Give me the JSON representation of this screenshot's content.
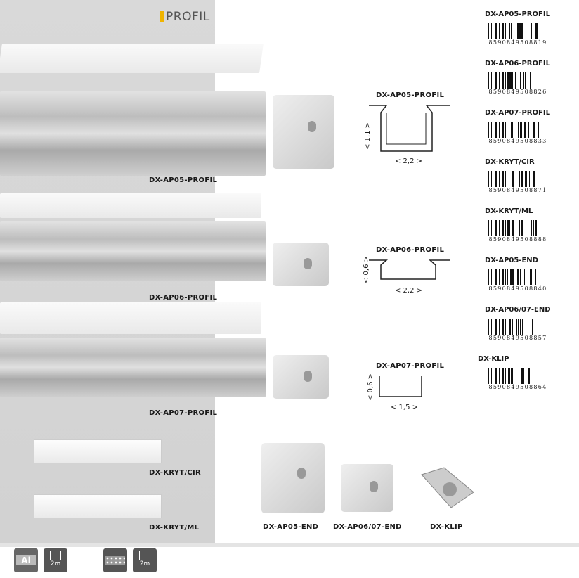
{
  "brand": "PROFIL",
  "products": [
    {
      "name": "DX-AP05-PROFIL",
      "drawing_title": "DX-AP05-PROFIL",
      "height": "< 1,1 >",
      "width": "< 2,2 >"
    },
    {
      "name": "DX-AP06-PROFIL",
      "drawing_title": "DX-AP06-PROFIL",
      "height": "< 0,6 >",
      "width": "< 2,2 >"
    },
    {
      "name": "DX-AP07-PROFIL",
      "drawing_title": "DX-AP07-PROFIL",
      "height": "< 0,6 >",
      "width": "< 1,5 >"
    }
  ],
  "covers": [
    {
      "name": "DX-KRYT/CIR"
    },
    {
      "name": "DX-KRYT/ML"
    }
  ],
  "accessories": [
    {
      "name": "DX-AP05-END"
    },
    {
      "name": "DX-AP06/07-END"
    },
    {
      "name": "DX-KLIP"
    }
  ],
  "barcodes": [
    {
      "name": "DX-AP05-PROFIL",
      "ean": "8590849508819"
    },
    {
      "name": "DX-AP06-PROFIL",
      "ean": "8590849508826"
    },
    {
      "name": "DX-AP07-PROFIL",
      "ean": "8590849508833"
    },
    {
      "name": "DX-KRYT/CIR",
      "ean": "8590849508871"
    },
    {
      "name": "DX-KRYT/ML",
      "ean": "8590849508888"
    },
    {
      "name": "DX-AP05-END",
      "ean": "8590849508840"
    },
    {
      "name": "DX-AP06/07-END",
      "ean": "8590849508857"
    },
    {
      "name": "DX-KLIP",
      "ean": "8590849508864"
    }
  ],
  "footer_icons": [
    {
      "icon": "aluminium-icon",
      "text": "Al"
    },
    {
      "icon": "box-length-icon",
      "text": "2m"
    },
    {
      "icon": "diffuser-material-icon",
      "text": ""
    },
    {
      "icon": "box-length-icon",
      "text": "2m"
    }
  ],
  "colors": {
    "accent": "#f0b400",
    "panel": "#d6d6d6"
  }
}
